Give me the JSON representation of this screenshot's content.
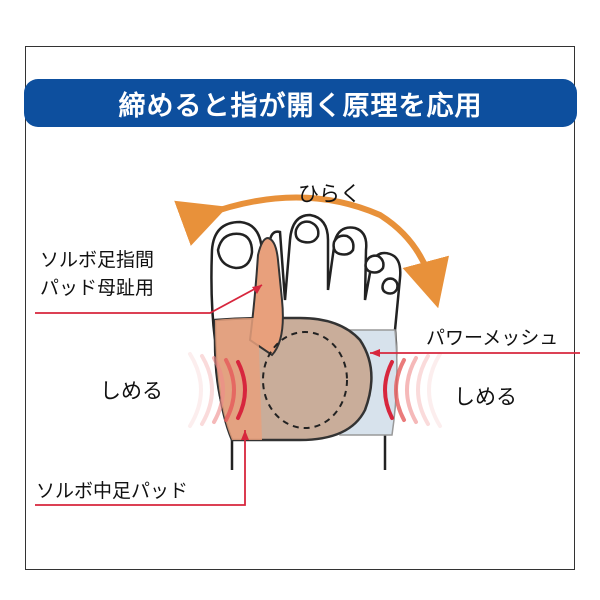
{
  "banner": {
    "title": "締めると指が開く原理を応用"
  },
  "labels": {
    "open": "ひらく",
    "toe_pad_line1": "ソルボ足指間",
    "toe_pad_line2": "パッド母趾用",
    "power_mesh": "パワーメッシュ",
    "squeeze_left": "しめる",
    "squeeze_right": "しめる",
    "midfoot_pad": "ソルボ中足パッド"
  },
  "colors": {
    "banner": "#0d4f9e",
    "arrow_orange": "#e8913a",
    "leader_red": "#d7263d",
    "toe_pad": "#e8a07c",
    "sleeve": "#c9ad9a",
    "mesh": "#d7e2ec"
  }
}
